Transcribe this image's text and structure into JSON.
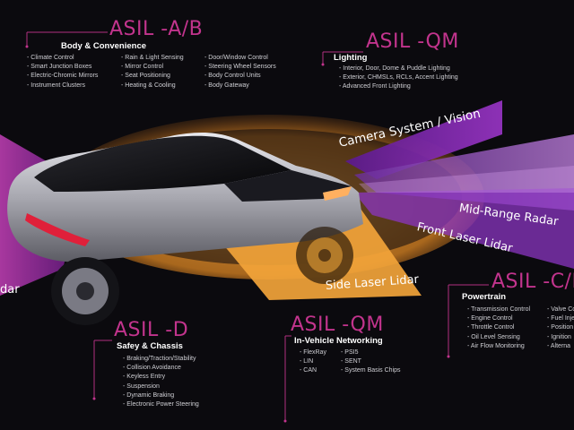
{
  "colors": {
    "background": "#0b0a0e",
    "asil_magenta": "#c2348d",
    "beam_purple": "#8a2fb0",
    "beam_orange": "#f0a23a",
    "beam_violet": "#b57ad8",
    "text_white": "#ffffff",
    "text_grey": "#cfcfd4"
  },
  "sensors": {
    "camera": "Camera System / Vision",
    "mid_range_radar": "Mid-Range Radar",
    "front_laser_lidar": "Front Laser Lidar",
    "side_laser_lidar": "Side Laser Lidar",
    "rear_radar_fragment": "dar"
  },
  "sections": {
    "body": {
      "asil": "ASIL -A/B",
      "title": "Body & Convenience",
      "col1": [
        "Climate Control",
        "Smart Junction Boxes",
        "Electric-Chromic Mirrors",
        "Instrument Clusters"
      ],
      "col2": [
        "Rain & Light Sensing",
        "Mirror Control",
        "Seat Positioning",
        "Heating & Cooling"
      ],
      "col3": [
        "Door/Window Control",
        "Steering Wheel Sensors",
        "Body Control Units",
        "Body Gateway"
      ]
    },
    "lighting": {
      "asil": "ASIL -QM",
      "title": "Lighting",
      "items": [
        "Interior, Door, Dome & Puddle Lighting",
        "Exterior, CHMSLs, RCLs, Accent Lighting",
        "Advanced Front Lighting"
      ]
    },
    "powertrain": {
      "asil": "ASIL -C/D",
      "title": "Powertrain",
      "col1": [
        "Transmission Control",
        "Engine Control",
        "Throttle Control",
        "Oil Level Sensing",
        "Air Flow Monitoring"
      ],
      "col2": [
        "Valve Co",
        "Fuel Inje",
        "Position",
        "Ignition",
        "Alterna"
      ]
    },
    "safety": {
      "asil": "ASIL -D",
      "title": "Safey & Chassis",
      "items": [
        "Braking/Traction/Stability",
        "Collision Avoidance",
        "Keyless Entry",
        "Suspension",
        "Dynamic Braking",
        "Electronic Power Steering"
      ]
    },
    "networking": {
      "asil": "ASIL -QM",
      "title": "In-Vehicle Networking",
      "col1": [
        "FlexRay",
        "LIN",
        "CAN"
      ],
      "col2": [
        "PSI5",
        "SENT",
        "System Basis Chips"
      ]
    }
  }
}
